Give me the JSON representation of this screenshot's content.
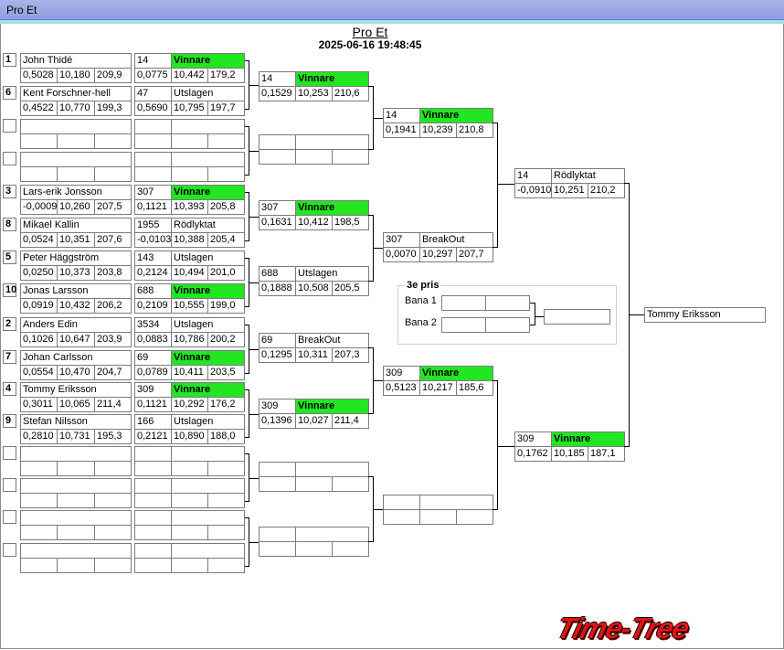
{
  "window": {
    "title": "Pro Et"
  },
  "header": {
    "title": "Pro Et",
    "datetime": "2025-06-16 19:48:45"
  },
  "colors": {
    "winner": "#22e622",
    "line": "#000000"
  },
  "round1": {
    "m1": {
      "a": {
        "seed": "1",
        "name": "John Thidé",
        "rt": "0,5028",
        "et": "10,180",
        "sp": "209,9",
        "num": "14",
        "status": "Vinnare",
        "rt2": "0,0775",
        "et2": "10,442",
        "sp2": "179,2"
      },
      "b": {
        "seed": "6",
        "name": "Kent Forschner-hell",
        "rt": "0,4522",
        "et": "10,770",
        "sp": "199,3",
        "num": "47",
        "status": "Utslagen",
        "rt2": "0,5690",
        "et2": "10,795",
        "sp2": "197,7"
      }
    },
    "m3": {
      "a": {
        "seed": "3",
        "name": "Lars-erik Jonsson",
        "rt": "-0,0009",
        "et": "10,260",
        "sp": "207,5",
        "num": "307",
        "status": "Vinnare",
        "rt2": "0,1121",
        "et2": "10,393",
        "sp2": "205,8"
      },
      "b": {
        "seed": "8",
        "name": "Mikael Kallin",
        "rt": "0,0524",
        "et": "10,351",
        "sp": "207,6",
        "num": "1955",
        "status": "Rödlyktat",
        "rt2": "-0,0103",
        "et2": "10,388",
        "sp2": "205,4"
      }
    },
    "m4": {
      "a": {
        "seed": "5",
        "name": "Peter Häggström",
        "rt": "0,0250",
        "et": "10,373",
        "sp": "203,8",
        "num": "143",
        "status": "Utslagen",
        "rt2": "0,2124",
        "et2": "10,494",
        "sp2": "201,0"
      },
      "b": {
        "seed": "10",
        "name": "Jonas Larsson",
        "rt": "0,0919",
        "et": "10,432",
        "sp": "206,2",
        "num": "688",
        "status": "Vinnare",
        "rt2": "0,2109",
        "et2": "10,555",
        "sp2": "199,0"
      }
    },
    "m5": {
      "a": {
        "seed": "2",
        "name": "Anders Edin",
        "rt": "0,1026",
        "et": "10,647",
        "sp": "203,9",
        "num": "3534",
        "status": "Utslagen",
        "rt2": "0,0883",
        "et2": "10,786",
        "sp2": "200,2"
      },
      "b": {
        "seed": "7",
        "name": "Johan  Carlsson",
        "rt": "0,0554",
        "et": "10,470",
        "sp": "204,7",
        "num": "69",
        "status": "Vinnare",
        "rt2": "0,0789",
        "et2": "10,411",
        "sp2": "203,5"
      }
    },
    "m6": {
      "a": {
        "seed": "4",
        "name": "Tommy Eriksson",
        "rt": "0,3011",
        "et": "10,065",
        "sp": "211,4",
        "num": "309",
        "status": "Vinnare",
        "rt2": "0,1121",
        "et2": "10,292",
        "sp2": "176,2"
      },
      "b": {
        "seed": "9",
        "name": "Stefan  Nilsson",
        "rt": "0,2810",
        "et": "10,731",
        "sp": "195,3",
        "num": "166",
        "status": "Utslagen",
        "rt2": "0,2121",
        "et2": "10,890",
        "sp2": "188,0"
      }
    }
  },
  "round2": {
    "r1": {
      "num": "14",
      "status": "Vinnare",
      "rt": "0,1529",
      "et": "10,253",
      "sp": "210,6"
    },
    "r3": {
      "num": "307",
      "status": "Vinnare",
      "rt": "0,1631",
      "et": "10,412",
      "sp": "198,5"
    },
    "r4": {
      "num": "688",
      "status": "Utslagen",
      "rt": "0,1888",
      "et": "10,508",
      "sp": "205,5"
    },
    "r5": {
      "num": "69",
      "status": "BreakOut",
      "rt": "0,1295",
      "et": "10,311",
      "sp": "207,3"
    },
    "r6": {
      "num": "309",
      "status": "Vinnare",
      "rt": "0,1396",
      "et": "10,027",
      "sp": "211,4"
    }
  },
  "round3": {
    "q1": {
      "num": "14",
      "status": "Vinnare",
      "rt": "0,1941",
      "et": "10,239",
      "sp": "210,8"
    },
    "q2": {
      "num": "307",
      "status": "BreakOut",
      "rt": "0,0070",
      "et": "10,297",
      "sp": "207,7"
    },
    "q3": {
      "num": "309",
      "status": "Vinnare",
      "rt": "0,5123",
      "et": "10,217",
      "sp": "185,6"
    }
  },
  "round4": {
    "s1": {
      "num": "14",
      "status": "Rödlyktat",
      "rt": "-0,0910",
      "et": "10,251",
      "sp": "210,2"
    },
    "s2": {
      "num": "309",
      "status": "Vinnare",
      "rt": "0,1762",
      "et": "10,185",
      "sp": "187,1"
    }
  },
  "final": {
    "winner": "Tommy Eriksson"
  },
  "third": {
    "title": "3e pris",
    "lane1": "Bana 1",
    "lane2": "Bana 2"
  },
  "logo": {
    "text": "Time-Tree"
  }
}
